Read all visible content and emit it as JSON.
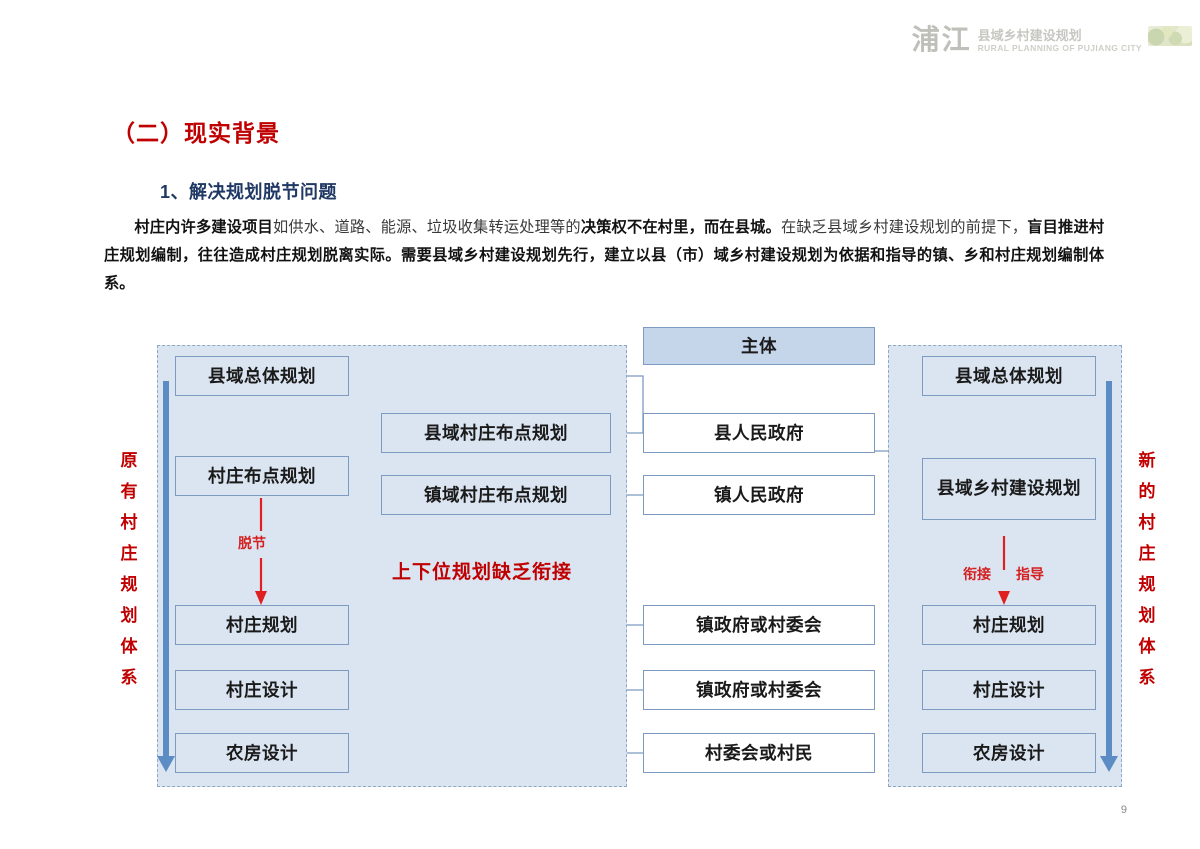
{
  "header": {
    "logo_cn": "浦江",
    "logo_title_cn": "县域乡村建设规划",
    "logo_title_en": "RURAL PLANNING OF PUJIANG CITY"
  },
  "section": {
    "title": "（二）现实背景",
    "subtitle": "1、解决规划脱节问题",
    "paragraph_html": "<b>村庄内许多建设项目</b>如供水、道路、能源、垃圾收集转运处理等的<b>决策权不在村里，而在县城。</b>在缺乏县域乡村建设规划的前提下，<b>盲目推进村庄规划编制，往往造成村庄规划脱离实际。需要县域乡村建设规划先行，建立以县（市）域乡村建设规划为依据和指导的镇、乡和村庄规划编制体系。</b>",
    "paragraph_text": "村庄内许多建设项目如供水、道路、能源、垃圾收集转运处理等的决策权不在村里，而在县城。在缺乏县域乡村建设规划的前提下，盲目推进村庄规划编制，往往造成村庄规划脱离实际。需要县域乡村建设规划先行，建立以县（市）域乡村建设规划为依据和指导的镇、乡和村庄规划编制体系。"
  },
  "diagram": {
    "header_box": "主体",
    "left_system_label": "原有村庄规划体系",
    "right_system_label": "新的村庄规划体系",
    "left_nodes": [
      "县域总体规划",
      "村庄布点规划",
      "县域村庄布点规划",
      "镇域村庄布点规划",
      "村庄规划",
      "村庄设计",
      "农房设计"
    ],
    "middle_nodes": [
      "县人民政府",
      "镇人民政府",
      "镇政府或村委会",
      "镇政府或村委会",
      "村委会或村民"
    ],
    "right_nodes": [
      "县域总体规划",
      "县域乡村建设规划",
      "村庄规划",
      "村庄设计",
      "农房设计"
    ],
    "annotations": {
      "left_arrow_label": "脱节",
      "left_center_note": "上下位规划缺乏衔接",
      "right_arrow_label_a": "衔接",
      "right_arrow_label_b": "指导"
    }
  },
  "footer": {
    "page_number": "9"
  },
  "colors": {
    "title_red": "#c00000",
    "subtitle_blue": "#1f3864",
    "node_fill": "#dbe5f1",
    "node_border": "#7d9bc1",
    "header_fill": "#c5d5ea",
    "arrow_blue": "#5b8cc4",
    "arrow_red": "#e02020"
  }
}
